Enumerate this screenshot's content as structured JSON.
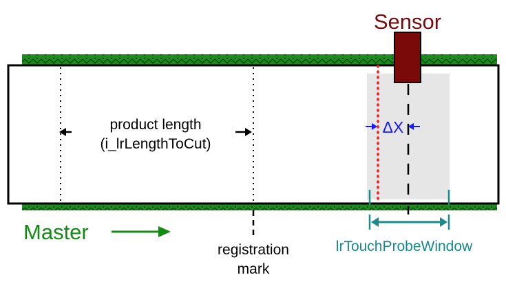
{
  "labels": {
    "sensor": "Sensor",
    "product_length_line1": "product length",
    "product_length_line2": "(i_lrLengthToCut)",
    "delta_x": "ΔX",
    "master": "Master",
    "registration_line1": "registration",
    "registration_line2": "mark",
    "touch_probe_window": "lrTouchProbeWindow"
  },
  "colors": {
    "sensor_body": "#7a0a0a",
    "sensor_text": "#7a0a0a",
    "belt_green": "#1f8a1f",
    "master_green": "#138a13",
    "window_teal": "#1a8a8a",
    "window_fill": "#e6e6e6",
    "delta_blue": "#1a1aff",
    "red_dotted": "#ff1a1a",
    "outline": "#000000"
  },
  "icons": {
    "left_arrow": "arrow-left-icon",
    "right_arrow": "arrow-right-icon",
    "master_arrow": "arrow-right-icon"
  }
}
